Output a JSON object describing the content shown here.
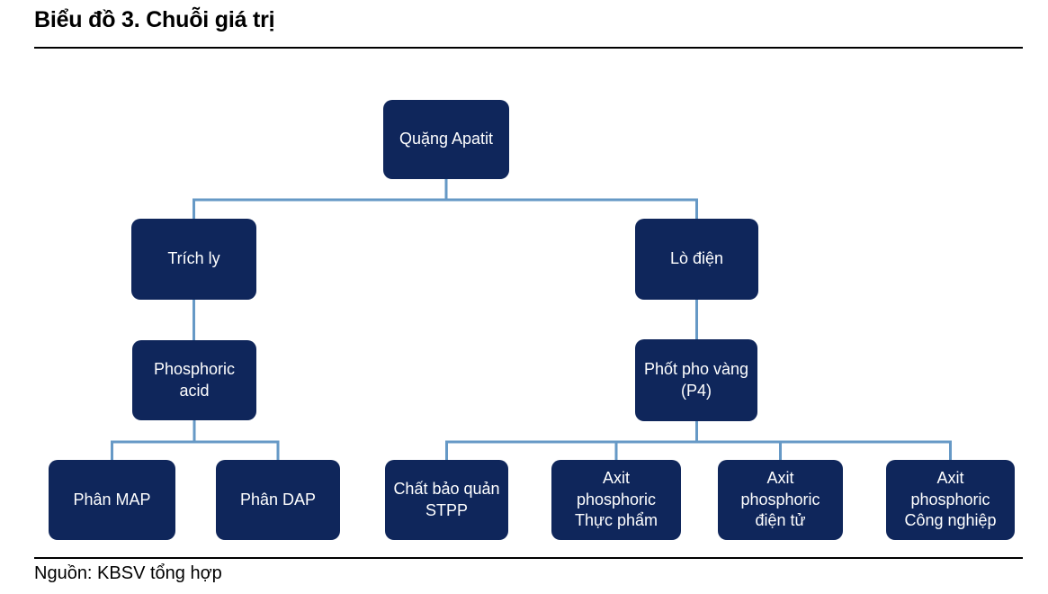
{
  "header": {
    "title": "Biểu đồ 3. Chuỗi giá trị"
  },
  "footer": {
    "source": "Nguồn: KBSV tổng hợp"
  },
  "colors": {
    "node_fill": "#0F265B",
    "node_text": "#FFFFFF",
    "connector": "#6699C6",
    "rule": "#000000"
  },
  "diagram": {
    "type": "flowchart-tree",
    "nodes": {
      "quang_apatit": {
        "label": "Quặng Apatit"
      },
      "trich_ly": {
        "label": "Trích ly"
      },
      "lo_dien": {
        "label": "Lò điện"
      },
      "phosphoric_acid": {
        "label": "Phosphoric\nacid"
      },
      "phot_pho_vang": {
        "label": "Phốt pho vàng\n(P4)"
      },
      "phan_map": {
        "label": "Phân MAP"
      },
      "phan_dap": {
        "label": "Phân DAP"
      },
      "chat_bao_quan_stpp": {
        "label": "Chất bảo quản\nSTPP"
      },
      "axit_phosphoric_thuc_pham": {
        "label": "Axit\nphosphoric\nThực phẩm"
      },
      "axit_phosphoric_dien_tu": {
        "label": "Axit\nphosphoric\nđiện tử"
      },
      "axit_phosphoric_cong_nghiep": {
        "label": "Axit\nphosphoric\nCông nghiệp"
      }
    },
    "edges": [
      {
        "from": "quang_apatit",
        "to": "trich_ly"
      },
      {
        "from": "quang_apatit",
        "to": "lo_dien"
      },
      {
        "from": "trich_ly",
        "to": "phosphoric_acid"
      },
      {
        "from": "lo_dien",
        "to": "phot_pho_vang"
      },
      {
        "from": "phosphoric_acid",
        "to": "phan_map"
      },
      {
        "from": "phosphoric_acid",
        "to": "phan_dap"
      },
      {
        "from": "phot_pho_vang",
        "to": "chat_bao_quan_stpp"
      },
      {
        "from": "phot_pho_vang",
        "to": "axit_phosphoric_thuc_pham"
      },
      {
        "from": "phot_pho_vang",
        "to": "axit_phosphoric_dien_tu"
      },
      {
        "from": "phot_pho_vang",
        "to": "axit_phosphoric_cong_nghiep"
      }
    ]
  }
}
